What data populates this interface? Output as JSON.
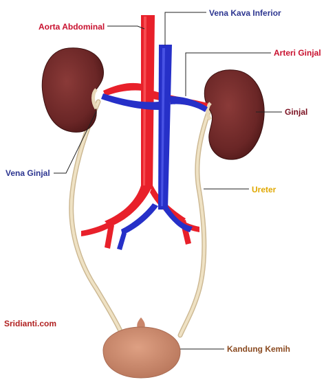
{
  "labels": {
    "aorta": "Aorta Abdominal",
    "vena_kava": "Vena Kava Inferior",
    "arteri_ginjal": "Arteri Ginjal",
    "ginjal": "Ginjal",
    "vena_ginjal": "Vena Ginjal",
    "ureter": "Ureter",
    "kandung_kemih": "Kandung Kemih"
  },
  "watermark": "Sridianti.com",
  "colors": {
    "artery": "#e8202a",
    "vein": "#2630c8",
    "kidney": "#6a2626",
    "ureter": "#ead9b6",
    "bladder": "#c9856a",
    "label_red": "#c8102e",
    "label_blue": "#2c3590",
    "label_gold": "#e0a800",
    "label_darkred": "#7a1020",
    "label_brown": "#8a4a20",
    "watermark": "#b02020"
  }
}
